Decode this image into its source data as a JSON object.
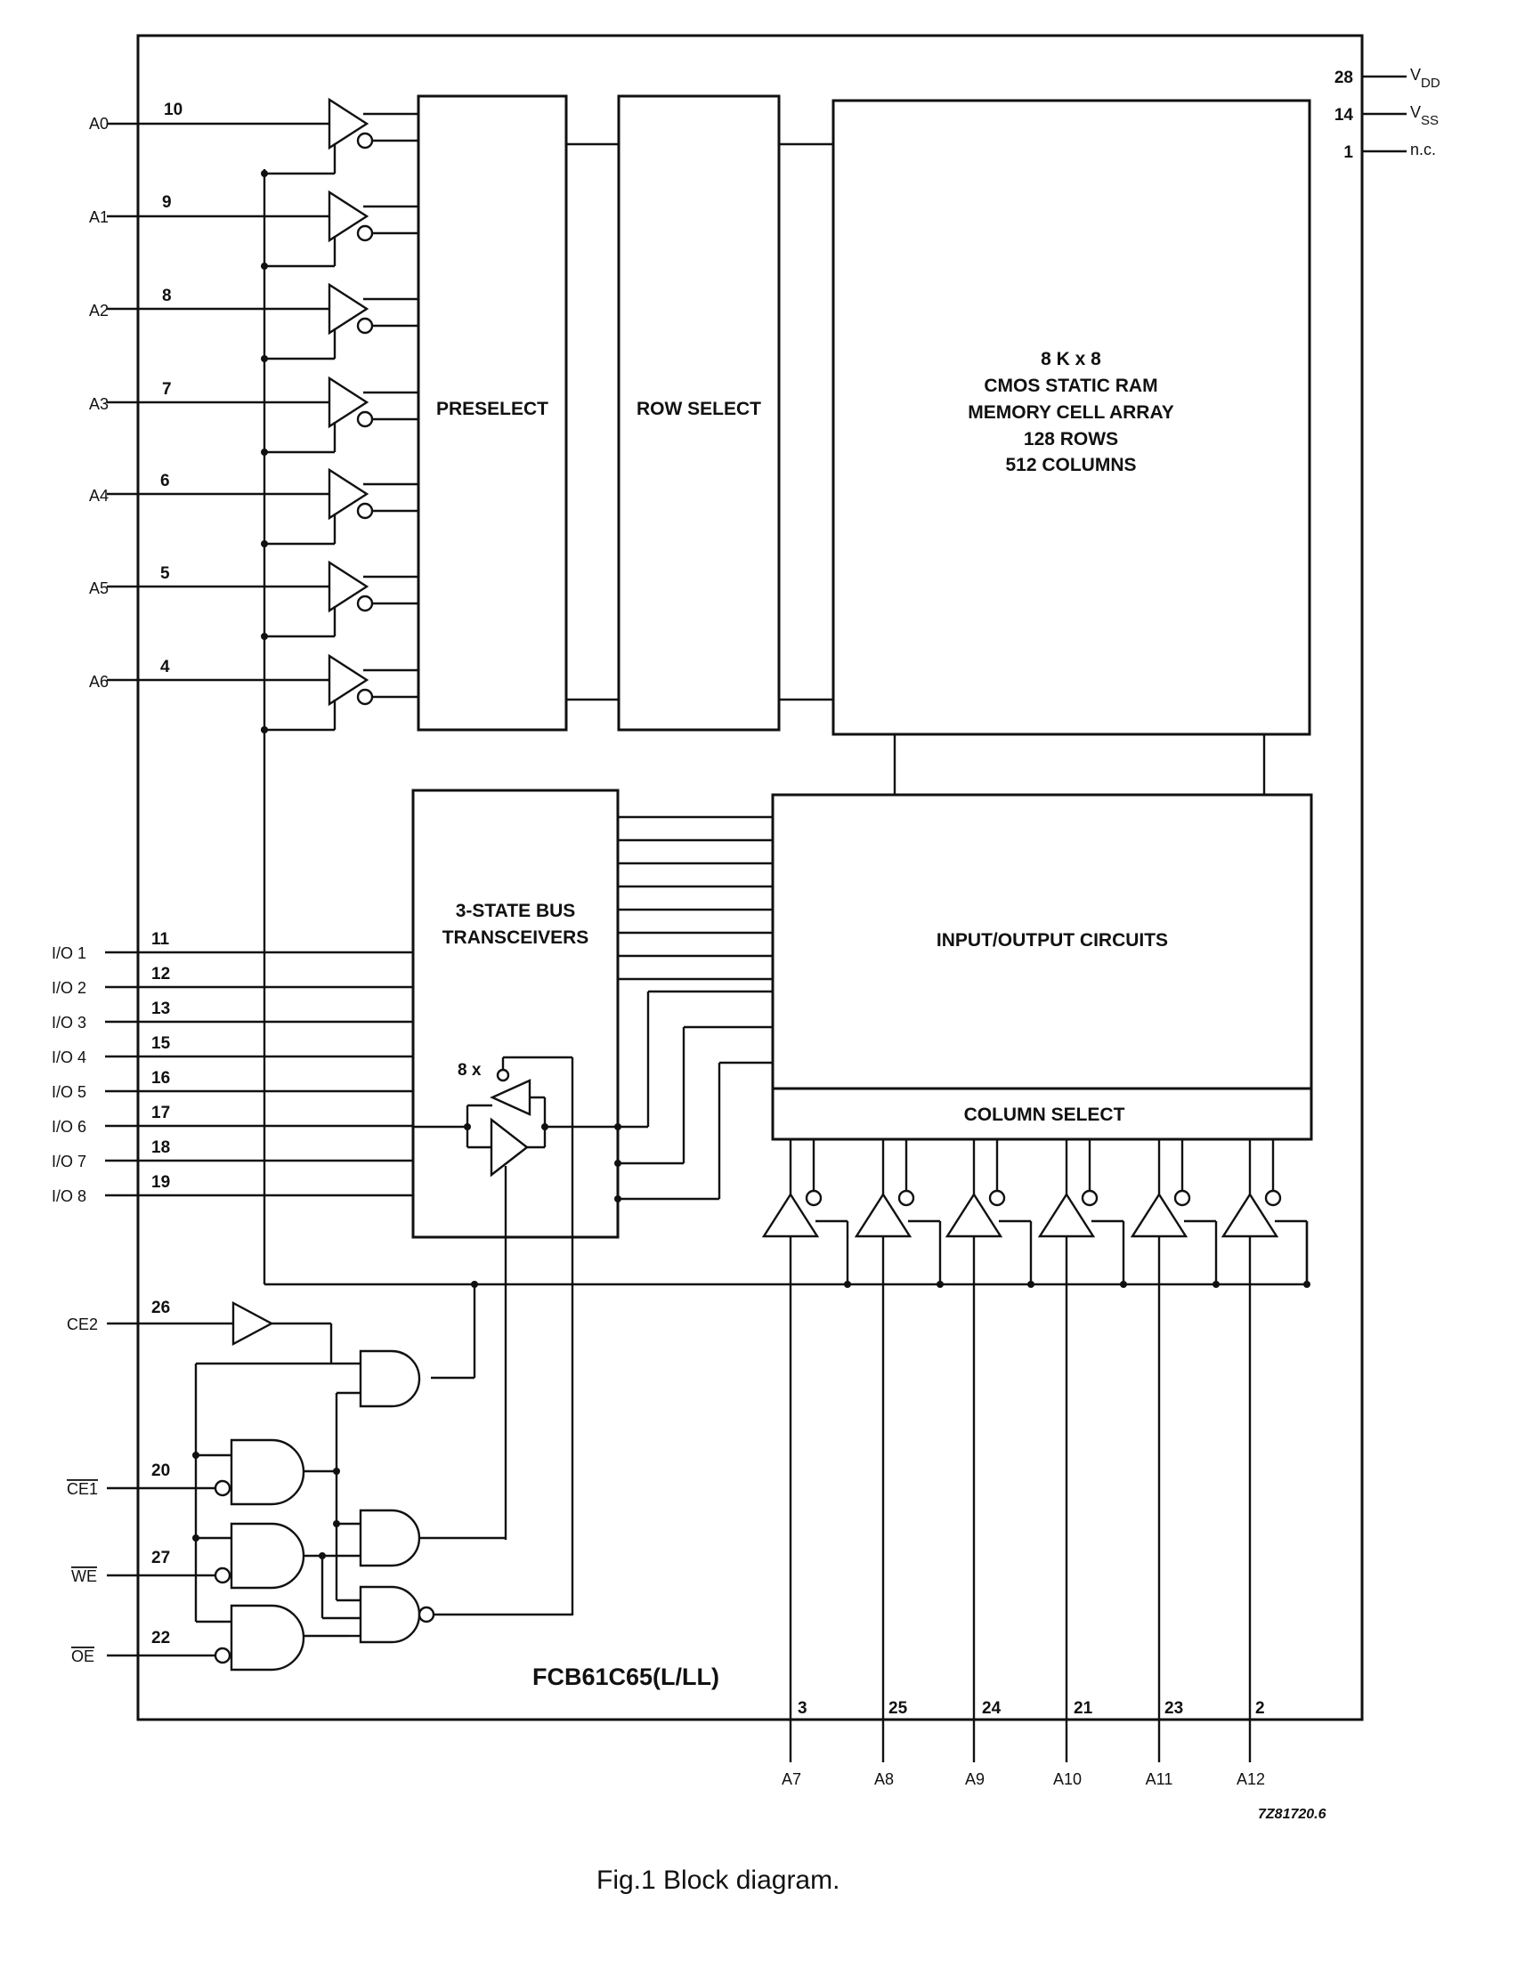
{
  "chip": {
    "part_label": "FCB61C65(L/LL)",
    "figure_code": "7Z81720.6",
    "caption": "Fig.1  Block diagram."
  },
  "power_pins": [
    {
      "pin": "28",
      "name": "V",
      "sub": "DD"
    },
    {
      "pin": "14",
      "name": "V",
      "sub": "SS"
    },
    {
      "pin": "1",
      "name": "n.c.",
      "sub": ""
    }
  ],
  "address_inputs_row": [
    {
      "name": "A0",
      "pin": "10"
    },
    {
      "name": "A1",
      "pin": "9"
    },
    {
      "name": "A2",
      "pin": "8"
    },
    {
      "name": "A3",
      "pin": "7"
    },
    {
      "name": "A4",
      "pin": "6"
    },
    {
      "name": "A5",
      "pin": "5"
    },
    {
      "name": "A6",
      "pin": "4"
    }
  ],
  "blocks": {
    "preselect": "PRESELECT",
    "row_select": "ROW SELECT",
    "memory_array": [
      "8 K x 8",
      "CMOS STATIC RAM",
      "MEMORY CELL ARRAY",
      "128 ROWS",
      "512 COLUMNS"
    ],
    "bus_transceivers": [
      "3-STATE BUS",
      "TRANSCEIVERS"
    ],
    "io_circuits": "INPUT/OUTPUT CIRCUITS",
    "column_select": "COLUMN SELECT",
    "transceiver_count": "8 x"
  },
  "io_pins": [
    {
      "name": "I/O  1",
      "pin": "11"
    },
    {
      "name": "I/O  2",
      "pin": "12"
    },
    {
      "name": "I/O  3",
      "pin": "13"
    },
    {
      "name": "I/O  4",
      "pin": "15"
    },
    {
      "name": "I/O  5",
      "pin": "16"
    },
    {
      "name": "I/O  6",
      "pin": "17"
    },
    {
      "name": "I/O  7",
      "pin": "18"
    },
    {
      "name": "I/O  8",
      "pin": "19"
    }
  ],
  "control_pins": [
    {
      "name": "CE2",
      "pin": "26",
      "active_low": false
    },
    {
      "name": "CE1",
      "pin": "20",
      "active_low": true
    },
    {
      "name": "WE",
      "pin": "27",
      "active_low": true
    },
    {
      "name": "OE",
      "pin": "22",
      "active_low": true
    }
  ],
  "address_inputs_column": [
    {
      "name": "A7",
      "pin": "3"
    },
    {
      "name": "A8",
      "pin": "25"
    },
    {
      "name": "A9",
      "pin": "24"
    },
    {
      "name": "A10",
      "pin": "21"
    },
    {
      "name": "A11",
      "pin": "23"
    },
    {
      "name": "A12",
      "pin": "2"
    }
  ]
}
